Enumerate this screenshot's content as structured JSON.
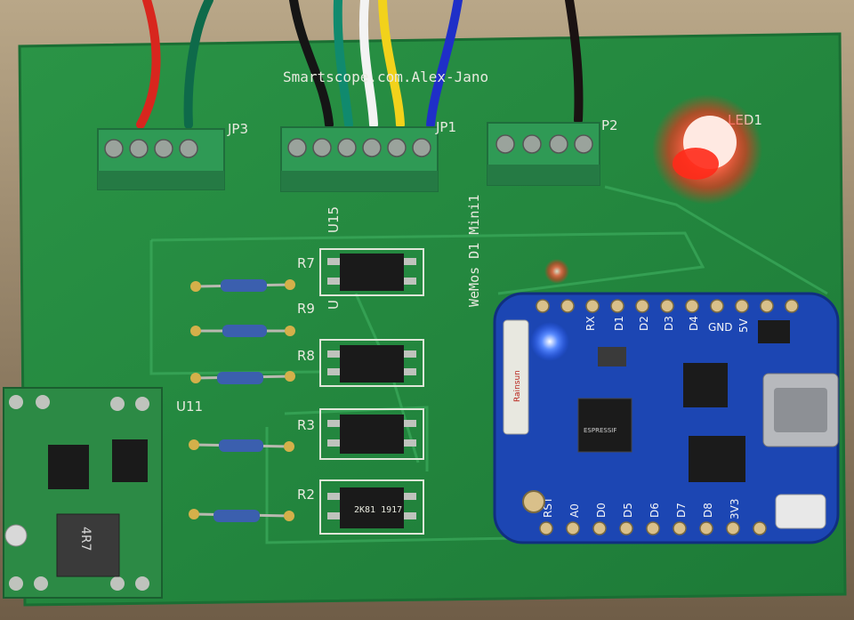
{
  "board": {
    "title": "Smartscope.com.Alex-Jano",
    "connectors": {
      "jp3": "JP3",
      "jp1": "JP1",
      "jp2": "P2"
    },
    "led_label": "LED1",
    "module_label": "WeMos D1 Mini1",
    "u15": "U15",
    "u11": "U11",
    "u_partial": "U",
    "resistors": {
      "r7": "R7",
      "r9": "R9",
      "r8": "R8",
      "r3": "R3",
      "r2": "R2"
    }
  },
  "wemos": {
    "top_pins": [
      "RX",
      "D1",
      "D2",
      "D3",
      "D4",
      "GND",
      "5V"
    ],
    "bottom_pins": [
      "RST",
      "A0",
      "D0",
      "D5",
      "D6",
      "D7",
      "D8",
      "3V3"
    ],
    "antenna_brand": "Rainsun",
    "chip_brand": "ESPRESSIF"
  },
  "buck_module": {
    "inductor_label": "4R7"
  },
  "optocoupler_marking": "2K81 1917",
  "colors": {
    "pcb": "#23873f",
    "wemos": "#1c46b3",
    "led_red": "#ff3b2f",
    "led_blue": "#3a7bff",
    "terminal": "#2f9a55"
  }
}
